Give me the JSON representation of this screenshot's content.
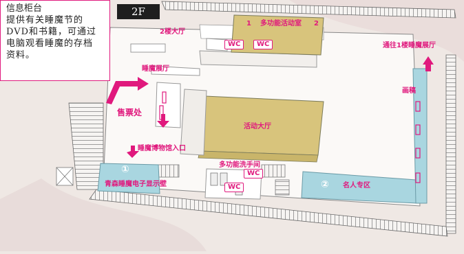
{
  "floor": "2F",
  "info_box": {
    "title": "信息柜台",
    "lines": [
      "提供有关睡魔节的",
      "DVD和书籍，可通过",
      "电脑观看睡魔的存档",
      "资料。"
    ]
  },
  "labels": {
    "hall_2f": "2楼大厅",
    "num_1": "1",
    "multi_room": "多功能活动室",
    "num_2": "2",
    "wc_a": "WC",
    "wc_b": "WC",
    "to_1f": "通往1楼睡魔展厅",
    "nebuta_hall": "睡魔展厅",
    "ticket": "售票处",
    "painting": "画稿",
    "activity_hall": "活动大厅",
    "museum_entrance": "睡魔博物馆入口",
    "multi_wash": "多功能洗手间",
    "wc_c": "WC",
    "wc_d": "WC",
    "circle_1": "①",
    "aomori_display": "青森睡魔电子显示壁",
    "circle_2": "②",
    "celebrity": "名人专区"
  },
  "colors": {
    "accent": "#e0197d",
    "room_yellow": "#d8c47c",
    "corridor_blue": "#a9d6e0",
    "floor_bg": "#efe8e4",
    "wall": "#7a7a7a"
  }
}
